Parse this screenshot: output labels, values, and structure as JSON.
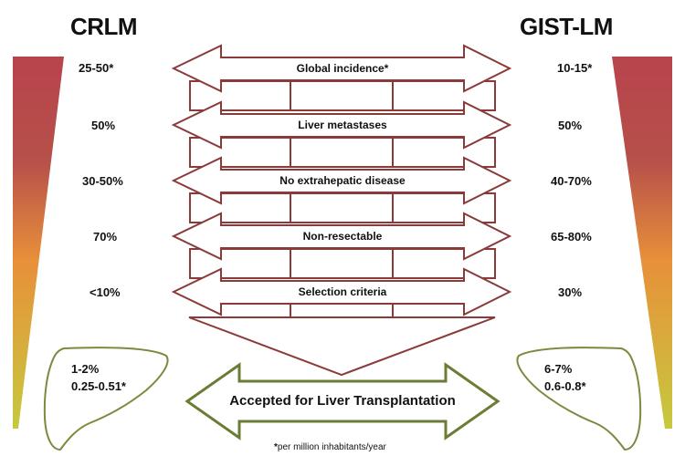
{
  "left": {
    "title": "CRLM",
    "values": [
      "25-50*",
      "50%",
      "30-50%",
      "70%",
      "<10%"
    ],
    "transplant": [
      "1-2%",
      "0.25-0.51*"
    ]
  },
  "right": {
    "title": "GIST-LM",
    "values": [
      "10-15*",
      "50%",
      "40-70%",
      "65-80%",
      "30%"
    ],
    "transplant": [
      "6-7%",
      "0.6-0.8*"
    ]
  },
  "stages": [
    "Global incidence*",
    "Liver metastases",
    "No extrahepatic disease",
    "Non-resectable",
    "Selection criteria"
  ],
  "outcome": "Accepted for Liver Transplantation",
  "footnote": {
    "mark": "*",
    "text": "per million inhabitants/year"
  },
  "colors": {
    "arrow_outline": "#8b3a3a",
    "outcome_outline": "#6b7c35",
    "liver_outline": "#7a8a3f",
    "gradient_top": "#b8434c",
    "gradient_mid": "#e8903a",
    "gradient_bottom": "#c6c93e"
  }
}
